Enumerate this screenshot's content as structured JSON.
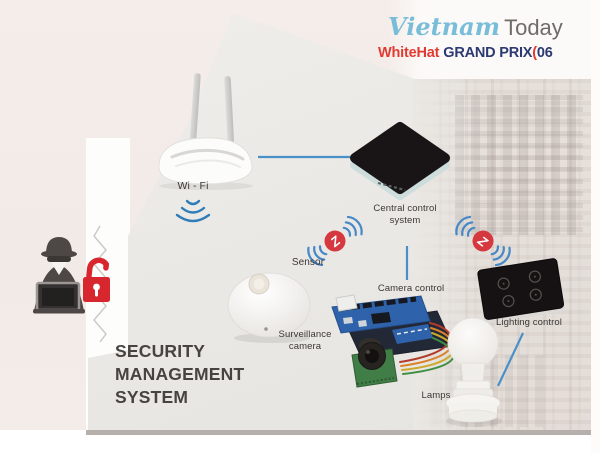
{
  "brand": {
    "primary_script": "Vietnam",
    "primary_rest": "Today",
    "secondary_name": "WhiteHat",
    "secondary_event": "GRAND PRIX",
    "secondary_bracket": "(",
    "secondary_number": "06"
  },
  "title": "SECURITY MANAGEMENT SYSTEM",
  "labels": {
    "wifi": "Wi - Fi",
    "central": "Central control system",
    "sensor": "Sensor",
    "camera_control": "Camera control",
    "surveillance_camera": "Surveillance camera",
    "lighting_control": "Lighting control",
    "lamps": "Lamps"
  },
  "icons": {
    "zwave_letter": "Z"
  },
  "colors": {
    "connector_blue": "#4a90c8",
    "signal_blue": "#2e7cb8",
    "zwave_red": "#d63840",
    "zwave_arc_blue": "#4688c8",
    "padlock_red": "#d8262e",
    "hacker_gray": "#4d4745",
    "brand_red": "#e23a30",
    "brand_navy": "#2c3a72",
    "brand_script_blue": "#79bdd9",
    "title_text": "#474340",
    "label_text": "#3b3836"
  }
}
